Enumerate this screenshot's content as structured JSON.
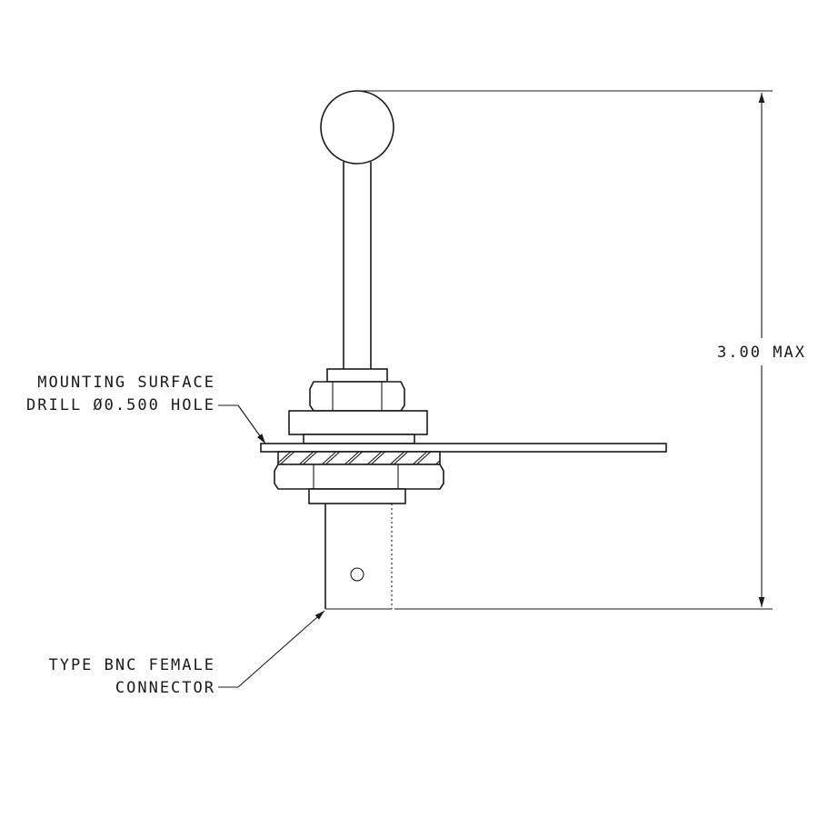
{
  "labels": {
    "mounting_line1": "MOUNTING SURFACE",
    "mounting_line2": "DRILL Ø0.500 HOLE",
    "connector_line1": "TYPE BNC FEMALE",
    "connector_line2": "CONNECTOR",
    "dimension": "3.00 MAX"
  },
  "colors": {
    "line": "#1a1a1a",
    "background": "#ffffff"
  }
}
